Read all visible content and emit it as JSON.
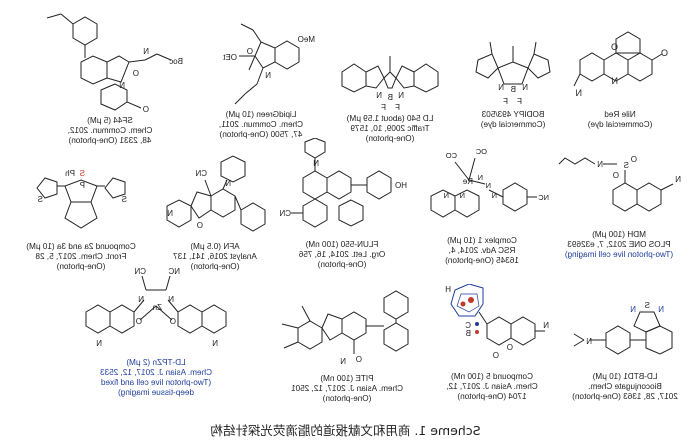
{
  "caption": "Scheme 1. 商用和文献报道的脂滴荧光探针结构",
  "compounds": [
    {
      "name": "Nile Red",
      "lines": [
        "(Commercial dye)"
      ],
      "atoms": [
        "O",
        "N",
        "N",
        "O"
      ],
      "color": "#222"
    },
    {
      "name": "BODIPY 493/503",
      "lines": [
        "(Commercial dye)"
      ],
      "atoms": [
        "N",
        "B",
        "N",
        "F",
        "F"
      ],
      "color": "#222"
    },
    {
      "name": "LD 540 (about 1.59 μM)",
      "lines": [
        "Traffic 2009, 10, 1579",
        "(One-photon)"
      ],
      "atoms": [
        "N",
        "B",
        "N",
        "F",
        "F"
      ],
      "color": "#222"
    },
    {
      "name": "LipidGreen (10 μM)",
      "lines": [
        "Chem. Commun. 2011,",
        "47, 7500 (One-photon)"
      ],
      "atoms": [
        "MeO",
        "O",
        "OEt",
        "N"
      ],
      "color": "#222"
    },
    {
      "name": "SF44 (5 μM)",
      "lines": [
        "Chem. Commun. 2012,",
        "48, 2331 (One-photon)"
      ],
      "atoms": [
        "N",
        "N",
        "O",
        "O",
        "Boc"
      ],
      "color": "#222"
    },
    {
      "name": "MDH (100 μM)",
      "lines": [
        "PLOS ONE 2012, 7, e32693"
      ],
      "blue_line": "(Two-photon live cell imaging)",
      "atoms": [
        "N",
        "S",
        "O",
        "O",
        "N"
      ],
      "color": "#222"
    },
    {
      "name": "Complex 1 (10 μM)",
      "lines": [
        "RSC Adv. 2014, 4,",
        "16345 (One-photon)"
      ],
      "atoms": [
        "OC",
        "CO",
        "Re",
        "N",
        "N",
        "N",
        "N",
        "N",
        "NC"
      ],
      "color": "#222"
    },
    {
      "name": "FLUN-550 (100 nM)",
      "lines": [
        "Org. Lett. 2014, 16, 756",
        "(One-photon)"
      ],
      "atoms": [
        "N",
        "HO",
        "CN"
      ],
      "color": "#222"
    },
    {
      "name": "AFN (0.5 μM)",
      "lines": [
        "Analyst 2016, 141, 137",
        "(One-photon)"
      ],
      "atoms": [
        "CN",
        "N",
        "N",
        "O"
      ],
      "color": "#222"
    },
    {
      "name": "Compound 2a and 3a (10 μM)",
      "lines": [
        "Front. Chem. 2017, 5, 28",
        "(One-photon)"
      ],
      "atoms": [
        "S",
        "P",
        "Ph",
        "S",
        "S"
      ],
      "color": "#222"
    },
    {
      "name": "LD-BTD1 (10 μM)",
      "lines": [
        "Bioconjugate Chem.",
        "2017, 28, 1363 (One-photon)"
      ],
      "atoms": [
        "N",
        "S",
        "N",
        "N"
      ],
      "color": "#222"
    },
    {
      "name": "Compound 5 (100 nM)",
      "lines": [
        "Chem. Asian J. 2017, 12,",
        "1704 (One-photon)"
      ],
      "atoms": [
        "H",
        "C",
        "B",
        "O",
        "O",
        "N"
      ],
      "color": "#222"
    },
    {
      "name": "PITE (100 nM)",
      "lines": [
        "Chem. Asian J. 2017, 12, 2501",
        "(One-photon)"
      ],
      "atoms": [
        "N",
        "O"
      ],
      "color": "#222"
    },
    {
      "name": "LD-TPZn (2 μM)",
      "lines": [],
      "blue_lines": [
        "Chem. Asian J. 2017, 12, 2533",
        "(Two-photon live cell and fixed",
        "deep-tissue imaging)"
      ],
      "atoms": [
        "NC",
        "CN",
        "N",
        "N",
        "Zn",
        "O",
        "O",
        "N",
        "N"
      ],
      "color": "#1f3d9a"
    }
  ]
}
